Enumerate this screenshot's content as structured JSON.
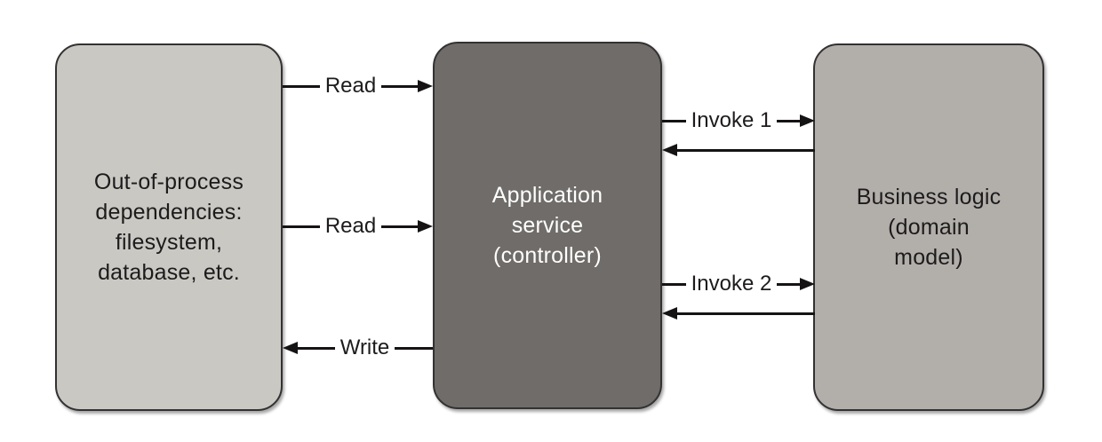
{
  "boxes": {
    "left": {
      "text": "Out-of-process\ndependencies:\nfilesystem,\ndatabase, etc.",
      "bg": "#cac8c3",
      "text_color": "#1d1b1c"
    },
    "middle": {
      "text": "Application\nservice\n(controller)",
      "bg": "#6f6c69",
      "text_color": "#ffffff"
    },
    "right": {
      "text": "Business logic\n(domain\nmodel)",
      "bg": "#b2afab",
      "text_color": "#1d1b1c"
    }
  },
  "arrows": {
    "read_top": {
      "label": "Read",
      "from": "out-of-process-dependencies",
      "to": "application-service",
      "direction": "right"
    },
    "read_middle": {
      "label": "Read",
      "from": "out-of-process-dependencies",
      "to": "application-service",
      "direction": "right"
    },
    "write": {
      "label": "Write",
      "from": "application-service",
      "to": "out-of-process-dependencies",
      "direction": "left"
    },
    "invoke_1": {
      "label": "Invoke 1",
      "from": "application-service",
      "to": "business-logic",
      "direction": "right"
    },
    "return_1": {
      "label": "",
      "from": "business-logic",
      "to": "application-service",
      "direction": "left"
    },
    "invoke_2": {
      "label": "Invoke 2",
      "from": "application-service",
      "to": "business-logic",
      "direction": "right"
    },
    "return_2": {
      "label": "",
      "from": "business-logic",
      "to": "application-service",
      "direction": "left"
    }
  },
  "colors": {
    "background": "#ffffff",
    "box_border": "#333132",
    "line": "#151314",
    "left_box_bg": "#cac8c3",
    "middle_box_bg": "#6f6c69",
    "right_box_bg": "#b2afab"
  }
}
